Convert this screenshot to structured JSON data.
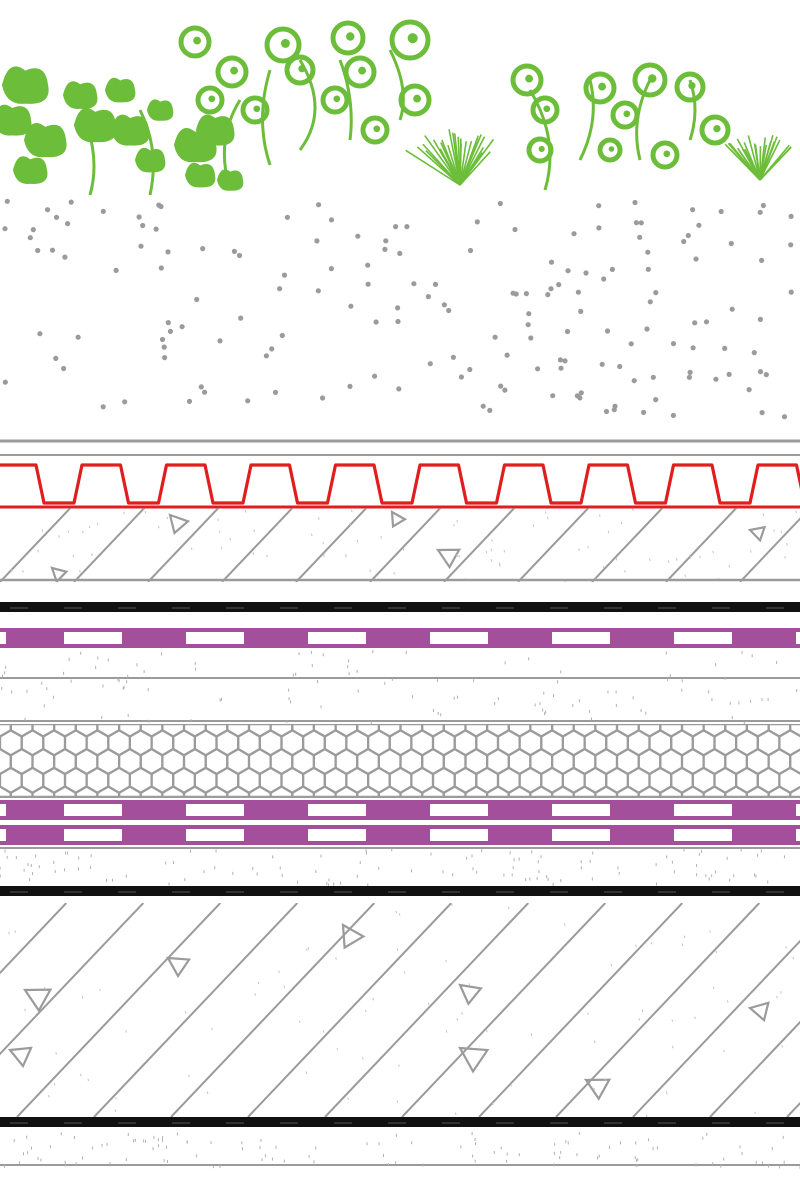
{
  "diagram": {
    "type": "green-roof-build-up-section",
    "colors": {
      "background": "#ffffff",
      "vegetation": "#6cbd3a",
      "substrate_dots": "#9b9b9b",
      "line_gray": "#9b9b9b",
      "drainage_red": "#e01e1e",
      "membrane_black": "#111111",
      "insulation_purple": "#a34f9b",
      "honeycomb_gray": "#9b9b9b"
    },
    "layers": [
      {
        "id": "vegetation",
        "pattern": "plants"
      },
      {
        "id": "substrate",
        "pattern": "dots"
      },
      {
        "id": "filter-fleece",
        "pattern": "double-line"
      },
      {
        "id": "drainage-board",
        "pattern": "red-corrugated"
      },
      {
        "id": "protection-screed",
        "pattern": "concrete-hatch"
      },
      {
        "id": "root-barrier",
        "pattern": "black-membrane"
      },
      {
        "id": "insulation-board-upper",
        "pattern": "purple-dashed"
      },
      {
        "id": "separation-layer-upper",
        "pattern": "speckle"
      },
      {
        "id": "insulation-core",
        "pattern": "honeycomb"
      },
      {
        "id": "insulation-board-lower-1",
        "pattern": "purple-dashed"
      },
      {
        "id": "insulation-board-lower-2",
        "pattern": "purple-dashed"
      },
      {
        "id": "separation-layer-lower",
        "pattern": "speckle"
      },
      {
        "id": "vapour-barrier",
        "pattern": "black-membrane"
      },
      {
        "id": "concrete-slab",
        "pattern": "concrete-hatch"
      },
      {
        "id": "bottom-membrane",
        "pattern": "black-membrane"
      },
      {
        "id": "ceiling-plaster",
        "pattern": "speckle"
      }
    ]
  }
}
